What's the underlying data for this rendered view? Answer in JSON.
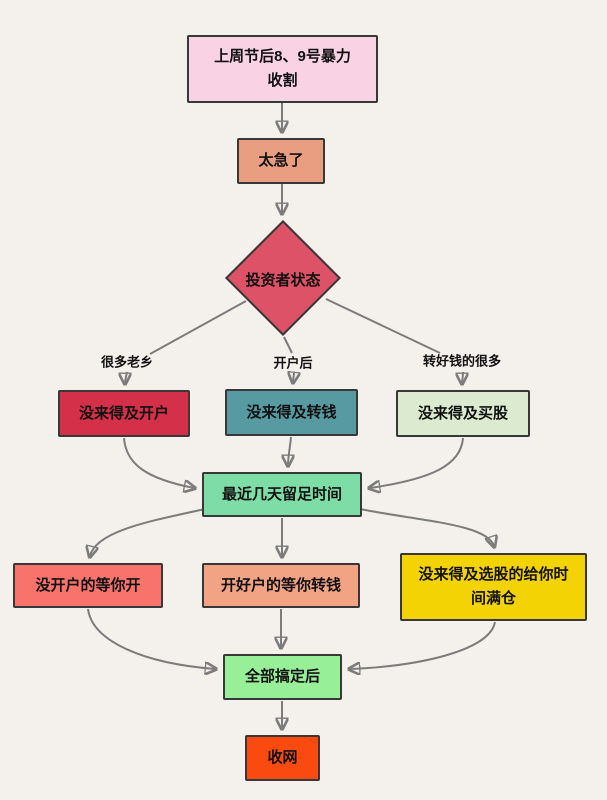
{
  "diagram": {
    "background_color": "#f4f1ec",
    "edge_color": "#7c7c7c",
    "border_color": "#383838",
    "nodes": {
      "start": {
        "label": "上周节后8、9号暴力收割",
        "color": "#f9d3e4"
      },
      "too_fast": {
        "label": "太急了",
        "color": "#e99e81"
      },
      "investor_state": {
        "label": "投资者状态",
        "color": "#de5268"
      },
      "no_account": {
        "label": "没来得及开户",
        "color": "#d5304a"
      },
      "no_transfer": {
        "label": "没来得及转钱",
        "color": "#579aa2"
      },
      "no_buy": {
        "label": "没来得及买股",
        "color": "#dcead0"
      },
      "leave_time": {
        "label": "最近几天留足时间",
        "color": "#7edda7"
      },
      "wait_open": {
        "label": "没开户的等你开",
        "color": "#f8736c"
      },
      "wait_transfer": {
        "label": "开好户的等你转钱",
        "color": "#f2a384"
      },
      "time_full": {
        "label": "没来得及选股的给你时间满仓",
        "color": "#f4d304"
      },
      "all_done": {
        "label": "全部搞定后",
        "color": "#97ef97"
      },
      "harvest": {
        "label": "收网",
        "color": "#fb4a0f"
      }
    },
    "edge_labels": {
      "left": "很多老乡",
      "middle": "开户后",
      "right": "转好钱的很多"
    }
  }
}
